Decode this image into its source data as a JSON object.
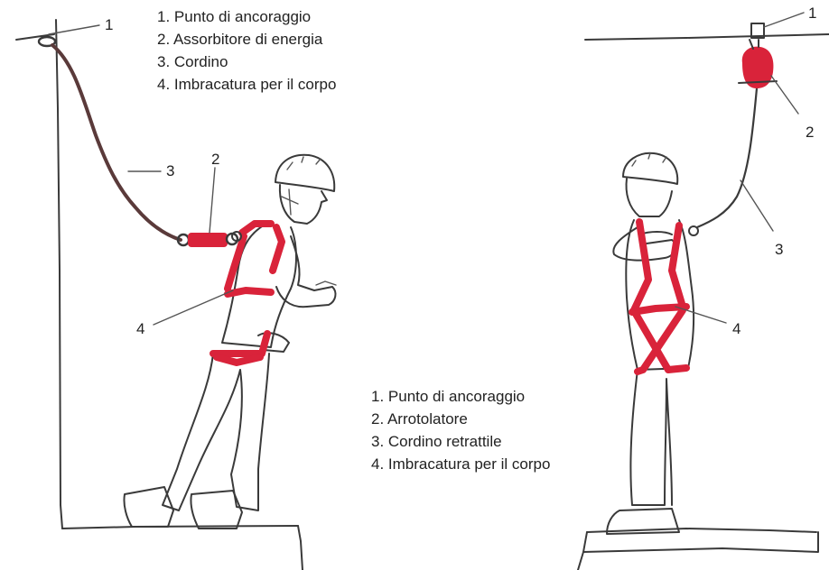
{
  "colors": {
    "harness": "#d9233a",
    "ink": "#3a3a3a",
    "rope": "#5a3a3a"
  },
  "left_figure": {
    "legend": [
      "1. Punto di ancoraggio",
      "2. Assorbitore di energia",
      "3. Cordino",
      "4. Imbracatura per il corpo"
    ],
    "callouts": {
      "c1": "1",
      "c2": "2",
      "c3": "3",
      "c4": "4"
    }
  },
  "right_figure": {
    "legend": [
      "1. Punto di ancoraggio",
      "2. Arrotolatore",
      "3. Cordino retrattile",
      "4. Imbracatura per il corpo"
    ],
    "callouts": {
      "c1": "1",
      "c2": "2",
      "c3": "3",
      "c4": "4"
    }
  }
}
